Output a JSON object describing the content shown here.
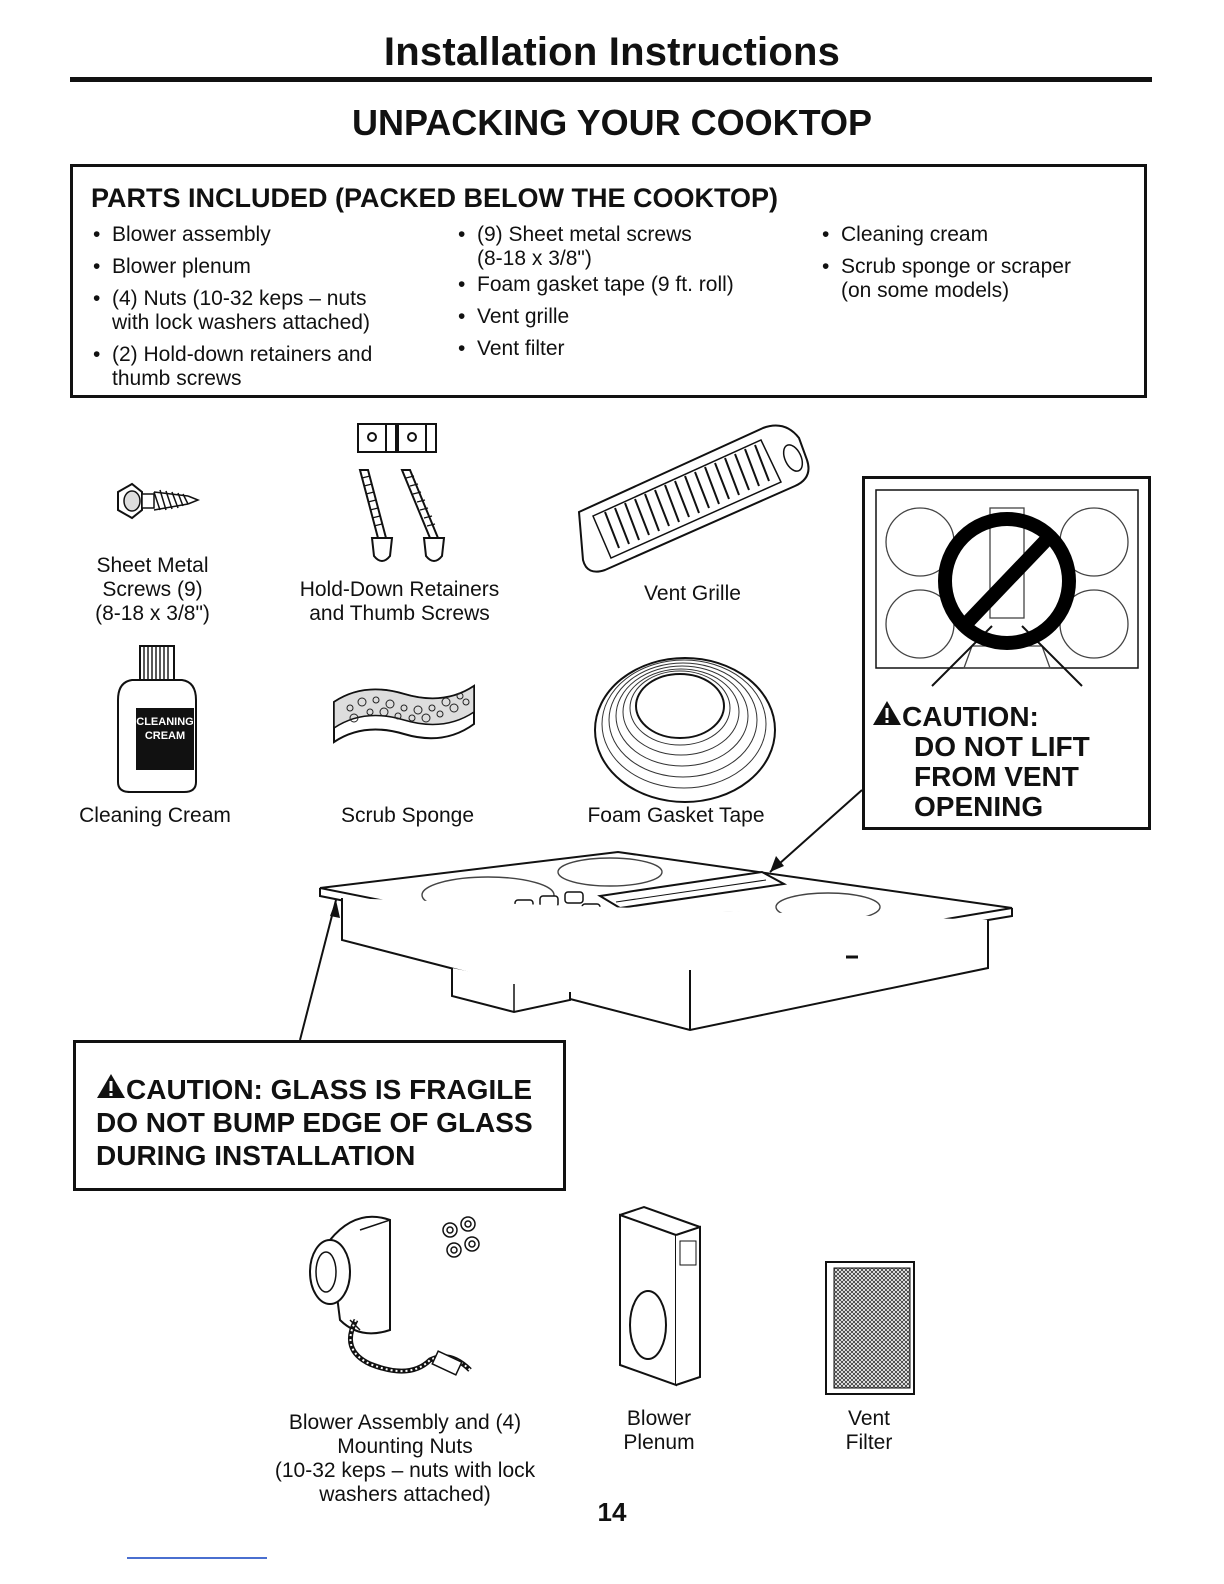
{
  "header": {
    "title": "Installation Instructions"
  },
  "section": {
    "title": "UNPACKING YOUR COOKTOP"
  },
  "parts": {
    "heading": "PARTS INCLUDED (PACKED BELOW THE COOKTOP)",
    "col1": [
      {
        "l1": "Blower assembly",
        "l2": ""
      },
      {
        "l1": "Blower plenum",
        "l2": ""
      },
      {
        "l1": "(4) Nuts (10-32 keps – nuts",
        "l2": "with lock washers attached)"
      },
      {
        "l1": "(2) Hold-down retainers and",
        "l2": "thumb screws"
      }
    ],
    "col2": [
      {
        "l1": "(9) Sheet metal screws",
        "l2": "(8-18 x 3/8\")"
      },
      {
        "l1": "Foam gasket tape (9 ft. roll)",
        "l2": ""
      },
      {
        "l1": "Vent grille",
        "l2": ""
      },
      {
        "l1": "Vent filter",
        "l2": ""
      }
    ],
    "col3": [
      {
        "l1": "Cleaning cream",
        "l2": ""
      },
      {
        "l1": "Scrub sponge or scraper",
        "l2": "(on some models)"
      }
    ]
  },
  "captions": {
    "sheet_metal": [
      "Sheet Metal",
      "Screws (9)",
      "(8-18 x 3/8\")"
    ],
    "hold_down": [
      "Hold-Down Retainers",
      "and Thumb Screws"
    ],
    "vent_grille": [
      "Vent Grille"
    ],
    "cleaning_cream": [
      "Cleaning Cream"
    ],
    "scrub_sponge": [
      "Scrub Sponge"
    ],
    "foam_gasket": [
      "Foam Gasket Tape"
    ],
    "blower_assembly": [
      "Blower Assembly and (4)",
      "Mounting Nuts",
      "(10-32 keps – nuts with lock",
      "washers attached)"
    ],
    "blower_plenum": [
      "Blower",
      "Plenum"
    ],
    "vent_filter": [
      "Vent",
      "Filter"
    ]
  },
  "bottle_label": [
    "CLEANING",
    "CREAM"
  ],
  "caution_vent": [
    "CAUTION:",
    "DO NOT LIFT",
    "FROM VENT",
    "OPENING"
  ],
  "caution_glass": [
    "CAUTION: GLASS IS FRAGILE",
    "DO NOT BUMP EDGE OF GLASS",
    "DURING INSTALLATION"
  ],
  "page_number": "14"
}
